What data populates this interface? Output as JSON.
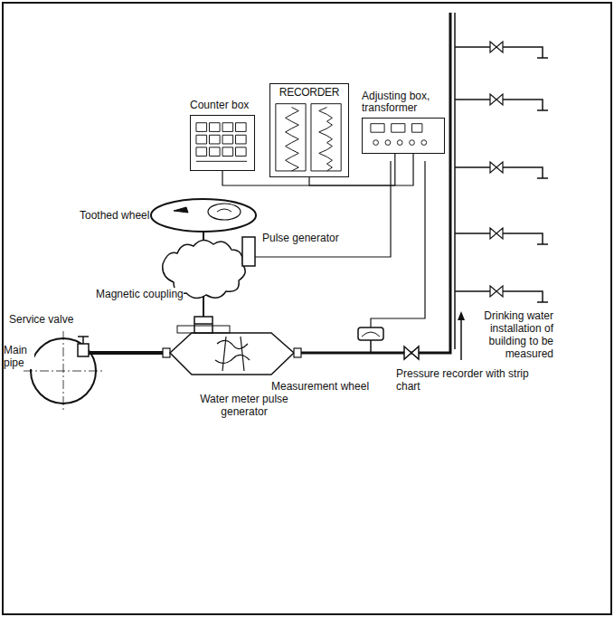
{
  "diagram": {
    "nodes": [
      {
        "text": [
          "Counter box"
        ]
      },
      {
        "text": [
          "RECORDER"
        ]
      },
      {
        "text": [
          "Adjusting box, transformer"
        ]
      }
    ],
    "edges": [
      {
        "from": 0,
        "to": 2,
        "arrow": "none"
      },
      {
        "from": 1,
        "to": 2,
        "arrow": "none"
      }
    ],
    "labels": [
      "Toothed wheel",
      "Pulse generator",
      "Magnetic coupling",
      "Service valve",
      "Main pipe",
      "Measurement wheel",
      "Water meter pulse generator",
      "Pressure recorder with strip chart",
      "Drinking water installation of building to be measured"
    ]
  }
}
